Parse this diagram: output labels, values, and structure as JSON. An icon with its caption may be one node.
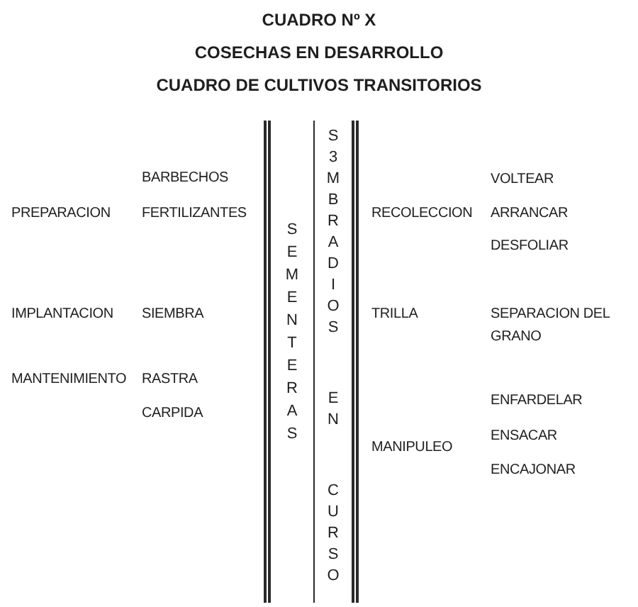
{
  "diagram": {
    "title": "CUADRO Nº X",
    "nodes": [
      {
        "text": [
          "SEMENTERAS"
        ]
      },
      {
        "text": [
          "S3MBRADIOS EN CURSO"
        ]
      }
    ],
    "labels": [
      "COSECHAS EN DESARROLLO",
      "CUADRO DE CULTIVOS TRANSITORIOS",
      "BARBECHOS",
      "PREPARACION",
      "FERTILIZANTES",
      "IMPLANTACION",
      "SIEMBRA",
      "MANTENIMIENTO",
      "RASTRA",
      "CARPIDA",
      "VOLTEAR",
      "RECOLECCION",
      "ARRANCAR",
      "DESFOLIAR",
      "TRILLA",
      "SEPARACION DEL GRANO",
      "ENFARDELAR",
      "MANIPULEO",
      "ENSACAR",
      "ENCAJONAR"
    ]
  }
}
